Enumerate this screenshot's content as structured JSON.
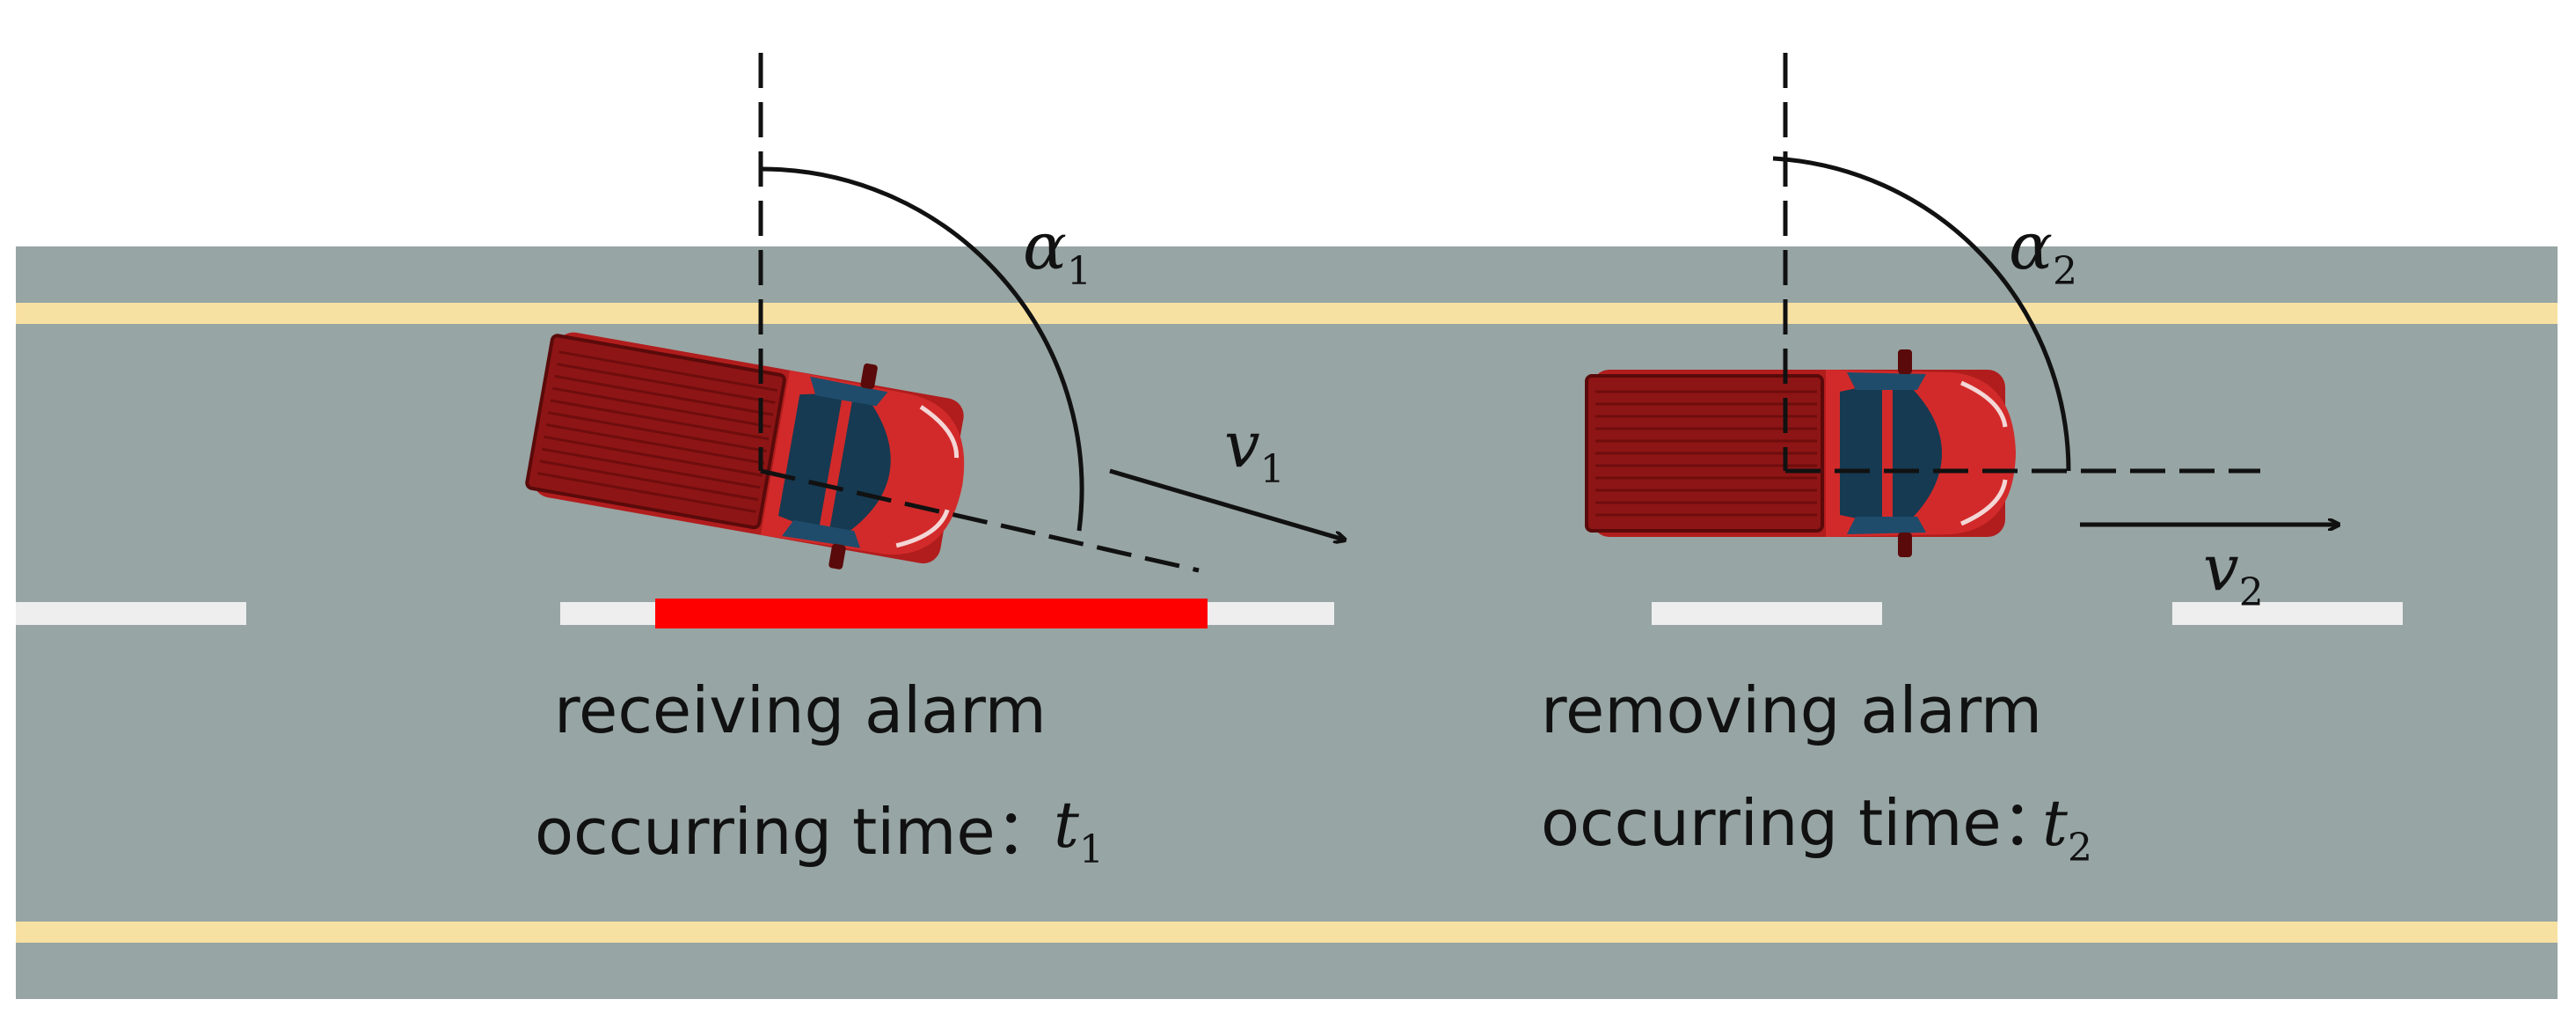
{
  "colors": {
    "road": "#97a5a4",
    "road_edge_line": "#f7e1a2",
    "lane_dash": "#eeeeee",
    "alarm_zone": "#ff0000",
    "truck_body": "#d22a2a",
    "truck_bed": "#8e1515",
    "truck_glass": "#153a52",
    "annotation": "#111111"
  },
  "scene1": {
    "angle_symbol": "α",
    "angle_index": "1",
    "velocity_symbol": "v",
    "velocity_index": "1",
    "caption_line1": "receiving alarm",
    "caption_line2": "occurring time：",
    "time_symbol": "t",
    "time_index": "1"
  },
  "scene2": {
    "angle_symbol": "α",
    "angle_index": "2",
    "velocity_symbol": "v",
    "velocity_index": "2",
    "caption_line1": "removing alarm",
    "caption_line2": "occurring time：",
    "time_symbol": "t",
    "time_index": "2"
  },
  "icons": {
    "truck_left": "pickup-truck-icon",
    "truck_right": "pickup-truck-icon"
  }
}
